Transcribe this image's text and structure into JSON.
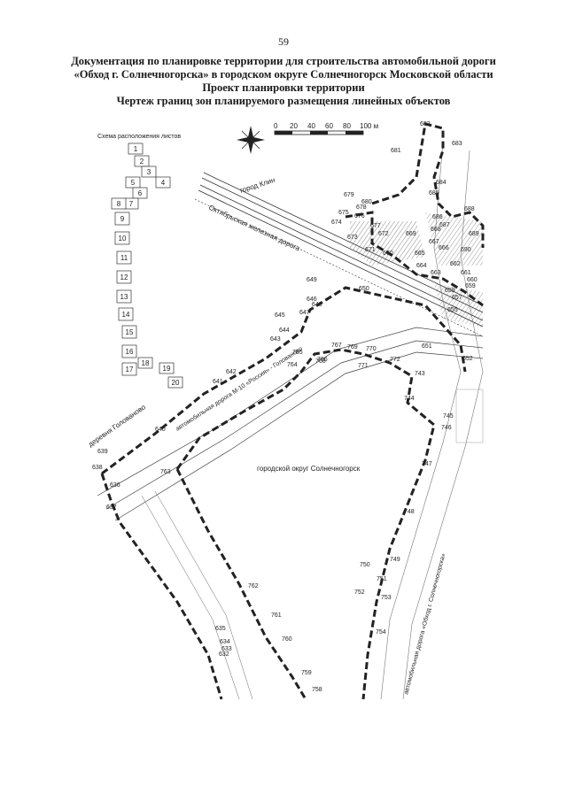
{
  "page_number": "59",
  "title_lines": [
    "Документация по планировке территории для строительства автомобильной дороги",
    "«Обход г. Солнечногорска» в городском округе Солнечногорск Московской области",
    "Проект планировки территории",
    "Чертеж границ зон планируемого размещения линейных объектов"
  ],
  "scale_bar": {
    "ticks": [
      "0",
      "20",
      "40",
      "60",
      "80",
      "100 м"
    ]
  },
  "overview": {
    "title": "Схема расположения листов",
    "sheets": [
      "1",
      "2",
      "3",
      "4",
      "5",
      "6",
      "7",
      "8",
      "9",
      "10",
      "11",
      "12",
      "13",
      "14",
      "15",
      "16",
      "17",
      "18",
      "19",
      "20"
    ]
  },
  "map_labels": {
    "gorod_klin": "город Клин",
    "railway": "Октябрьская железная дорога",
    "highway": "автомобильная дорога М-10 «Россия» - Голованово",
    "village": "деревня Голованово",
    "district": "городской округ Солнечногорск",
    "bypass": "автомобильная дорога «Обход г. Солнечногорска»"
  },
  "points": [
    "632",
    "633",
    "634",
    "635",
    "636",
    "637",
    "638",
    "639",
    "640",
    "641",
    "642",
    "643",
    "644",
    "645",
    "646",
    "647",
    "648",
    "649",
    "650",
    "651",
    "652",
    "655",
    "657",
    "658",
    "659",
    "660",
    "661",
    "662",
    "663",
    "664",
    "665",
    "666",
    "667",
    "668",
    "669",
    "670",
    "671",
    "672",
    "673",
    "674",
    "675",
    "676",
    "677",
    "678",
    "679",
    "680",
    "681",
    "682",
    "683",
    "684",
    "685",
    "686",
    "687",
    "688",
    "689",
    "690",
    "743",
    "744",
    "745",
    "746",
    "747",
    "748",
    "749",
    "750",
    "751",
    "752",
    "753",
    "754",
    "758",
    "759",
    "760",
    "761",
    "762",
    "763",
    "764",
    "765",
    "766",
    "767",
    "768",
    "769",
    "770",
    "771",
    "772"
  ]
}
